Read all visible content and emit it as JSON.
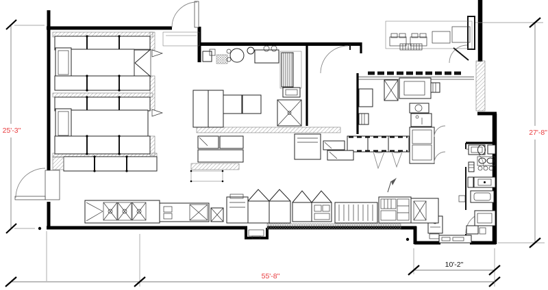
{
  "drawing": {
    "dimensions": {
      "left": "25'-3\"",
      "right": "27'-8\"",
      "bottom": "55'-8\"",
      "bottom_right": "10'-2\""
    },
    "colors": {
      "dimension_text": "#e8383b",
      "sub_dimension_text": "#111111",
      "wall_line": "#000000",
      "background": "#ffffff"
    }
  }
}
